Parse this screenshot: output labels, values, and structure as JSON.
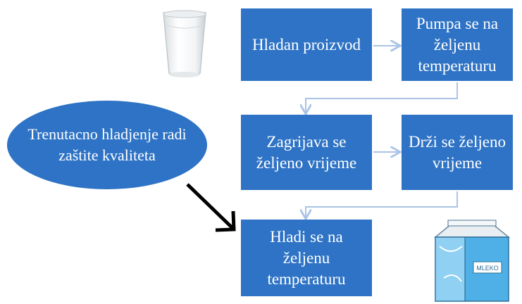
{
  "boxes": {
    "hladan_proizvod": "Hladan proizvod",
    "pumpa": "Pumpa se na željenu temperaturu",
    "zagrijava": "Zagrijava se željeno vrijeme",
    "drzi": "Drži se željeno vrijeme",
    "hladi": "Hladi se na željenu temperaturu"
  },
  "ellipse": {
    "text": "Trenutacno hladjenje radi zaštite kvaliteta"
  },
  "carton_label": "MLEKO",
  "colors": {
    "box_fill": "#2e73c5",
    "connector": "#a9c4e6",
    "arrow": "#000000",
    "carton_blue": "#4fb0e8"
  },
  "icons": [
    "milk-glass-icon",
    "milk-carton-icon"
  ]
}
